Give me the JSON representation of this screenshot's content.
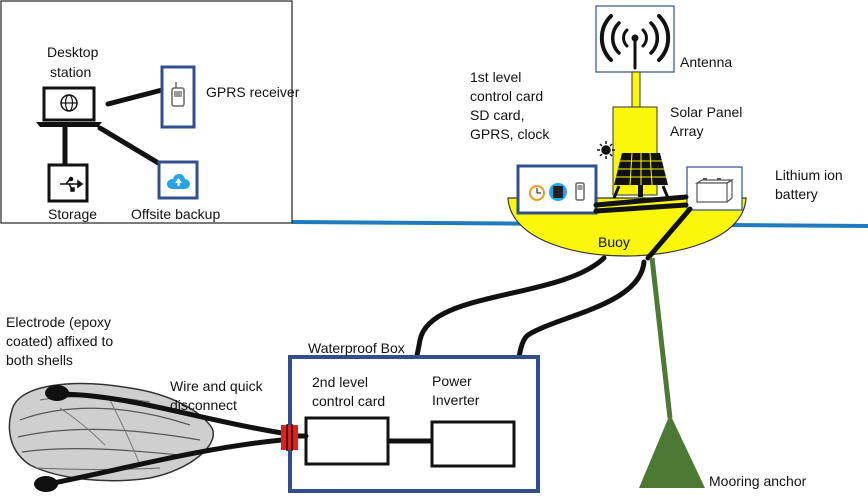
{
  "station": {
    "desktop_label": [
      "Desktop",
      "station"
    ],
    "gprs_receiver": "GPRS receiver",
    "storage": "Storage",
    "offsite_backup": "Offsite backup"
  },
  "buoy": {
    "antenna": "Antenna",
    "first_level": [
      "1st level",
      "control card",
      "SD card,",
      "GPRS, clock"
    ],
    "solar": [
      "Solar Panel",
      "Array"
    ],
    "battery": [
      "Lithium ion",
      "battery"
    ],
    "buoy_label": "Buoy"
  },
  "underwater": {
    "electrode": [
      "Electrode (epoxy",
      "coated) affixed to",
      "both shells"
    ],
    "wire": [
      "Wire and quick",
      "disconnect"
    ],
    "waterproof_box": "Waterproof Box",
    "second_level": [
      "2nd level",
      "control card"
    ],
    "inverter": [
      "Power",
      "Inverter"
    ],
    "mooring": "Mooring anchor"
  },
  "colors": {
    "water_line": "#1f7ac0",
    "box_border": "#2f4f8f",
    "buoy_fill": "#fbf70a",
    "mooring": "#4c7a34",
    "connector": "#e02020"
  }
}
